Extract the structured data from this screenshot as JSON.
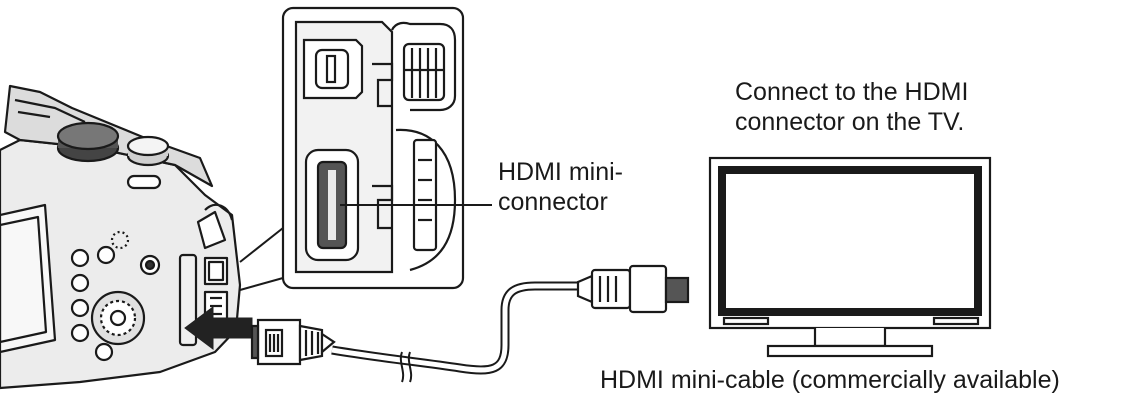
{
  "labels": {
    "tv_connector_line1": "Connect to the HDMI",
    "tv_connector_line2": "connector on the TV.",
    "mini_connector_line1": "HDMI mini-",
    "mini_connector_line2": "connector",
    "cable": "HDMI mini-cable (commercially available)"
  },
  "colors": {
    "ink": "#1a1a1a",
    "camera_body": "#e8e8e8",
    "screen_border": "#222222",
    "background": "#ffffff"
  },
  "icons": [
    "camera-icon",
    "tv-icon",
    "hdmi-cable-icon",
    "insert-arrow-icon"
  ]
}
